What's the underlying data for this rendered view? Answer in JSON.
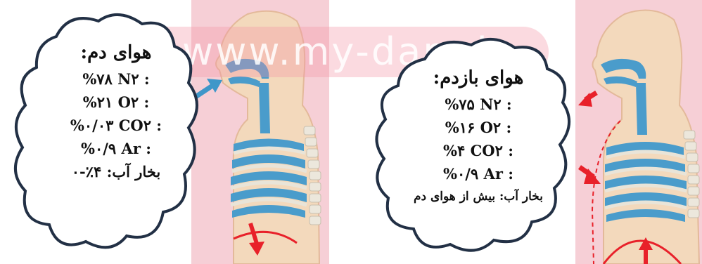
{
  "colors": {
    "airway": "#4a9ccb",
    "skin": "#f3d9bc",
    "background_pink": "#f6cfd6",
    "arrow_red": "#e8212a",
    "arrow_blue": "#3f97c9",
    "cloud_stroke": "#223045"
  },
  "inhale": {
    "title": "هوای دم:",
    "n2_symbol": "N۲ :",
    "n2_value": "%۷۸",
    "o2_symbol": "O۲ :",
    "o2_value": "%۲۱",
    "co2_symbol": "CO۲ :",
    "co2_value": "%۰/۰۳",
    "ar_symbol": "Ar :",
    "ar_value": "%۰/۹",
    "vapor": "بخار آب: ۴٪-۰"
  },
  "exhale": {
    "title": "هوای بازدم:",
    "n2_symbol": "N۲ :",
    "n2_value": "%۷۵",
    "o2_symbol": "O۲ :",
    "o2_value": "%۱۶",
    "co2_symbol": "CO۲ :",
    "co2_value": "%۴",
    "ar_symbol": "Ar :",
    "ar_value": "%۰/۹",
    "vapor": "بخار آب: بیش از هوای دم"
  },
  "watermark": "www.my-dars.ir"
}
